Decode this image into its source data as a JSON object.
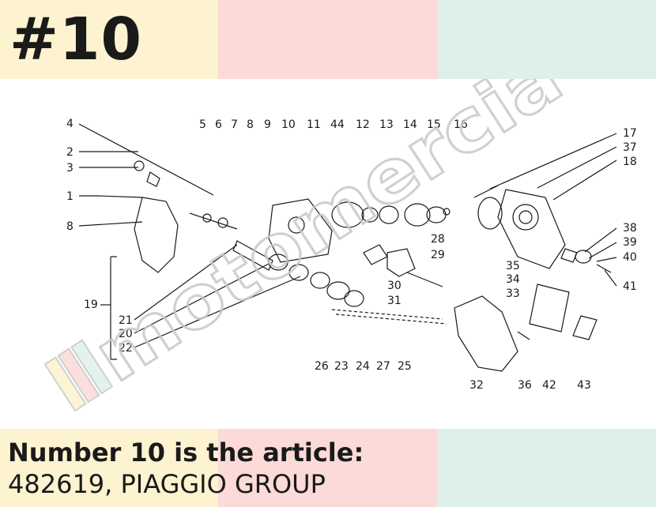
{
  "header": {
    "badge": "#10"
  },
  "colors": {
    "band_yellow": "#fdf3d0",
    "band_pink": "#fbdad8",
    "band_mint": "#dff0ea",
    "text": "#1a1a1a",
    "watermark_stroke": "#c8c8c8"
  },
  "watermark": {
    "text": "motomercia",
    "icon": "flag-stripes-icon"
  },
  "diagram": {
    "labels": [
      "1",
      "2",
      "3",
      "4",
      "5",
      "6",
      "7",
      "8",
      "8",
      "9",
      "10",
      "11",
      "44",
      "12",
      "13",
      "14",
      "15",
      "16",
      "17",
      "37",
      "18",
      "19",
      "21",
      "20",
      "22",
      "26",
      "23",
      "24",
      "27",
      "25",
      "28",
      "29",
      "30",
      "31",
      "35",
      "34",
      "33",
      "38",
      "39",
      "40",
      "41",
      "32",
      "36",
      "42",
      "43"
    ]
  },
  "caption": {
    "title": "Number 10 is the article:",
    "subtitle": "482619, PIAGGIO GROUP"
  }
}
